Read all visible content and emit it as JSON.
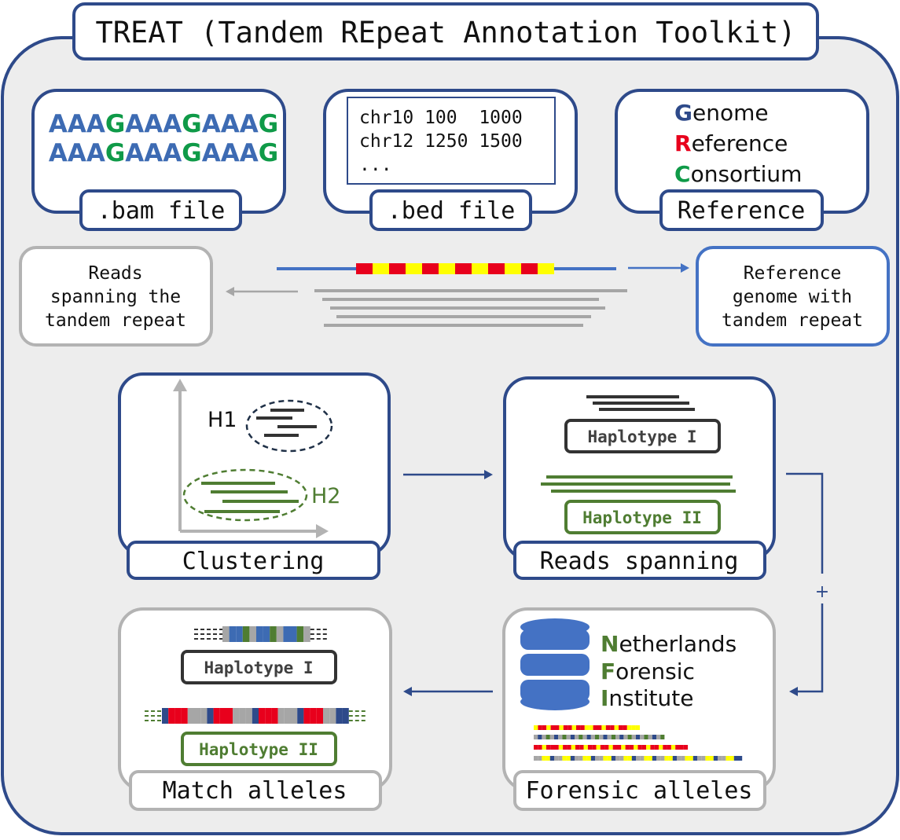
{
  "title": "TREAT (Tandem REpeat Annotation Toolkit)",
  "colors": {
    "navy": "#2e4a8a",
    "blue": "#3d6bb3",
    "green": "#0f9a48",
    "dark_green": "#4f7d32",
    "red": "#e8001c",
    "yellow": "#ffff00",
    "gray": "#a6a6a6",
    "panel_bg": "#ededed",
    "dark": "#333333"
  },
  "bam": {
    "seq_line1": [
      "AAA",
      "G",
      "AAA",
      "G",
      "AAA",
      "G"
    ],
    "seq_line2": [
      "AAA",
      "G",
      "AAA",
      "G",
      "AAA",
      "G"
    ],
    "label": ".bam file"
  },
  "bed": {
    "rows": [
      "chr10 100  1000",
      "chr12 1250 1500",
      "..."
    ],
    "label": ".bed file"
  },
  "reference": {
    "lines": [
      {
        "initial": "G",
        "rest": "enome"
      },
      {
        "initial": "R",
        "rest": "eference"
      },
      {
        "initial": "C",
        "rest": "onsortium"
      }
    ],
    "label": "Reference"
  },
  "reads_box": {
    "lines": [
      "Reads",
      "spanning the",
      "tandem repeat"
    ]
  },
  "refgenome_box": {
    "lines": [
      "Reference",
      "genome with",
      "tandem repeat"
    ]
  },
  "clustering": {
    "label": "Clustering",
    "h1": "H1",
    "h2": "H2"
  },
  "reads_spanning": {
    "label": "Reads spanning",
    "hap1": "Haplotype I",
    "hap2": "Haplotype II"
  },
  "plus": "+",
  "forensic": {
    "label": "Forensic alleles",
    "nfi": [
      {
        "initial": "N",
        "rest": "etherlands"
      },
      {
        "initial": "F",
        "rest": "orensic"
      },
      {
        "initial": "I",
        "rest": "nstitute"
      }
    ]
  },
  "match": {
    "label": "Match alleles",
    "hap1": "Haplotype I",
    "hap2": "Haplotype II"
  }
}
